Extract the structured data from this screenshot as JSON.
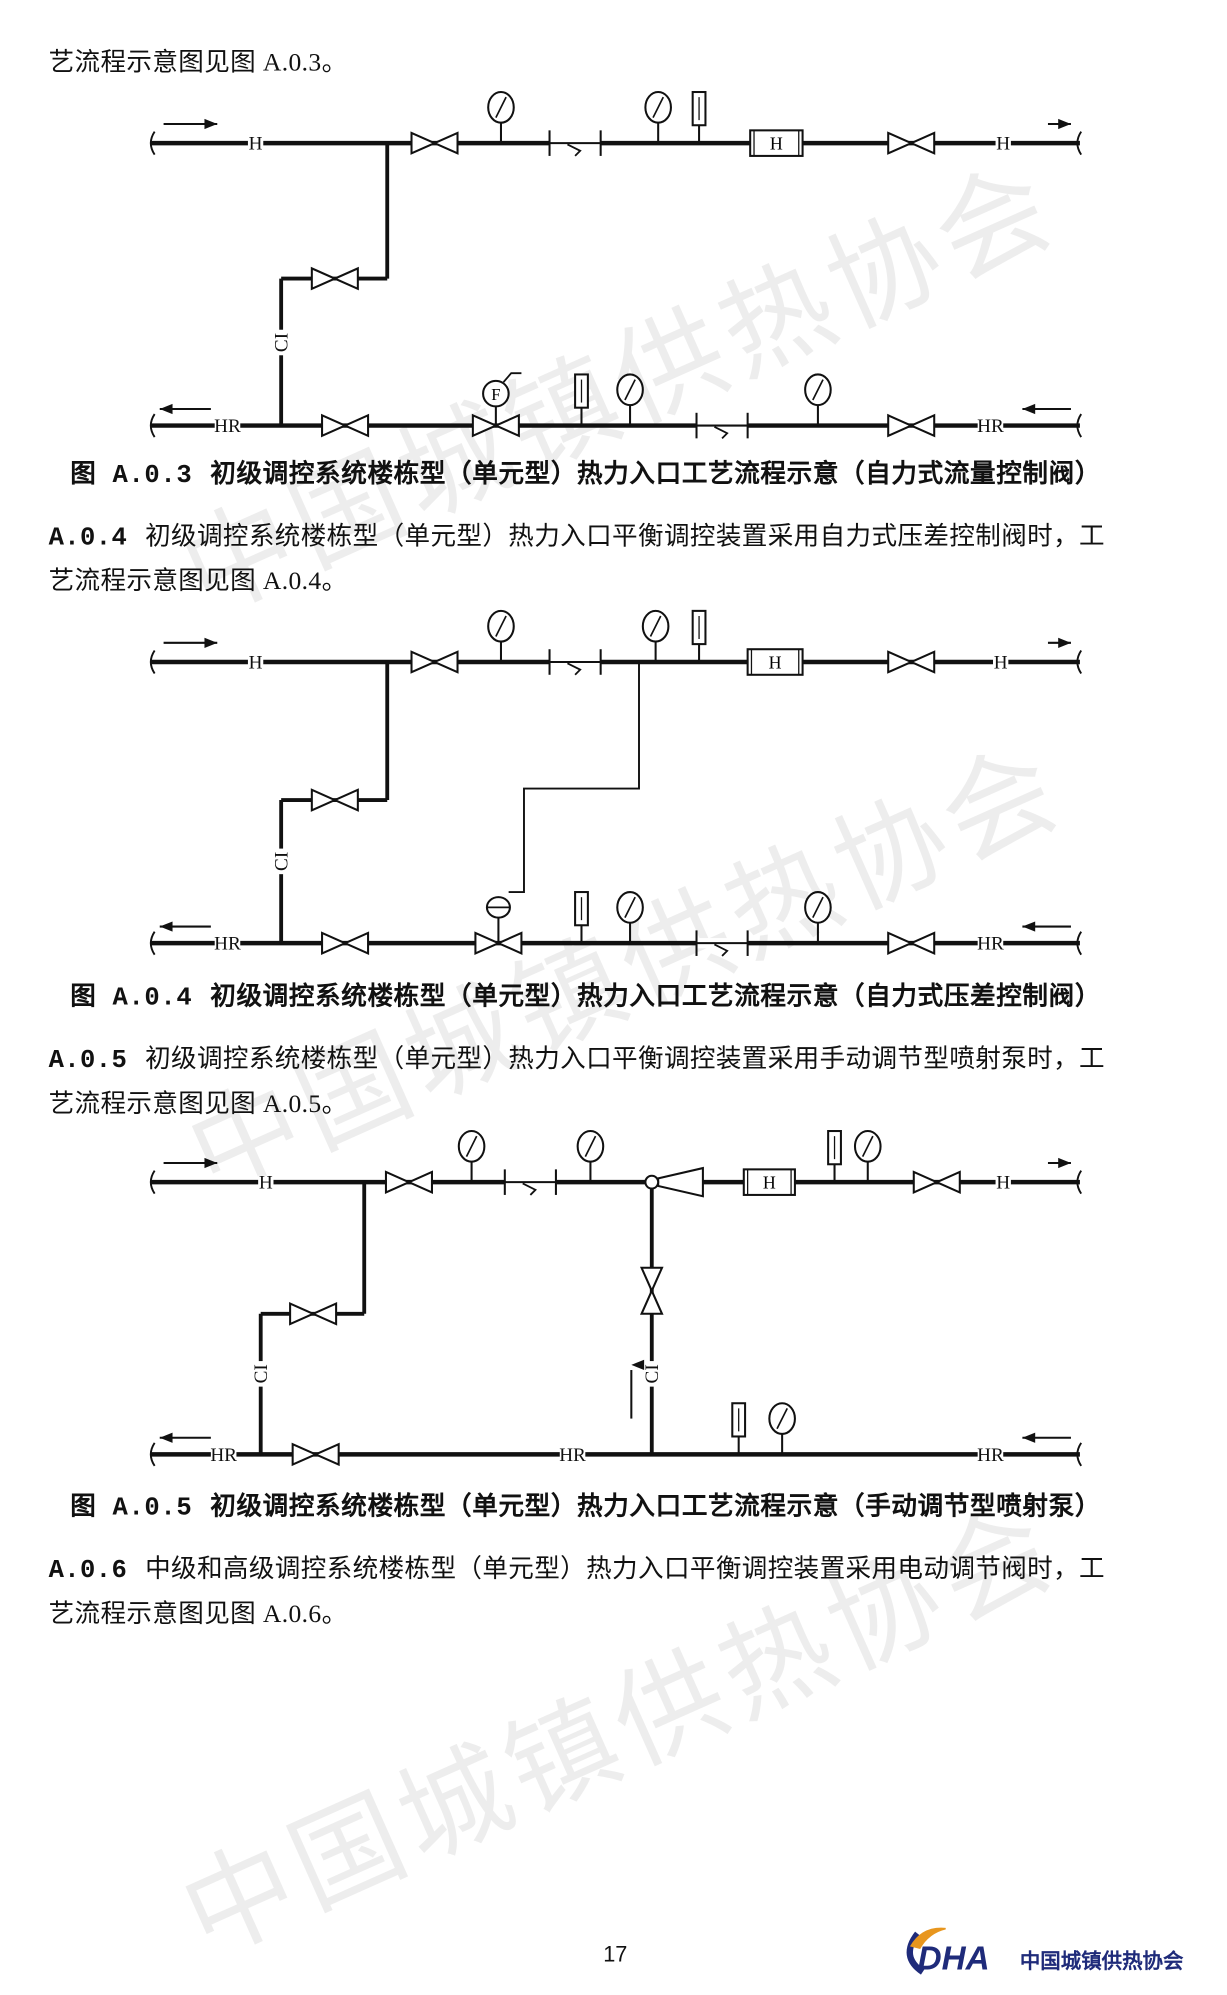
{
  "paragraphs": {
    "p0_line2": "艺流程示意图见图 A.0.3。",
    "p1": {
      "number": "A.0.4",
      "line1": "初级调控系统楼栋型（单元型）热力入口平衡调控装置采用自力式压差控制阀时，工",
      "line2": "艺流程示意图见图 A.0.4。"
    },
    "p2": {
      "number": "A.0.5",
      "line1": "初级调控系统楼栋型（单元型）热力入口平衡调控装置采用手动调节型喷射泵时，工",
      "line2": "艺流程示意图见图 A.0.5。"
    },
    "p3": {
      "number": "A.0.6",
      "line1": "中级和高级调控系统楼栋型（单元型）热力入口平衡调控装置采用电动调节阀时，工",
      "line2": "艺流程示意图见图 A.0.6。"
    }
  },
  "figures": [
    {
      "number": "图 A.0.3",
      "caption": "初级调控系统楼栋型（单元型）热力入口工艺流程示意（自力式流量控制阀）"
    },
    {
      "number": "图 A.0.4",
      "caption": "初级调控系统楼栋型（单元型）热力入口工艺流程示意（自力式压差控制阀）"
    },
    {
      "number": "图 A.0.5",
      "caption": "初级调控系统楼栋型（单元型）热力入口工艺流程示意（手动调节型喷射泵）"
    }
  ],
  "diagram_labels": {
    "supply": "H",
    "return": "HR",
    "bypass": "CI",
    "flowmeter": "H",
    "flow_valve": "F"
  },
  "page_number": "17",
  "logo": {
    "abbr": "DHA",
    "org": "中国城镇供热协会",
    "accent": "#e8961e",
    "brand": "#1f2b7a"
  },
  "watermark": "中国城镇供热协会"
}
